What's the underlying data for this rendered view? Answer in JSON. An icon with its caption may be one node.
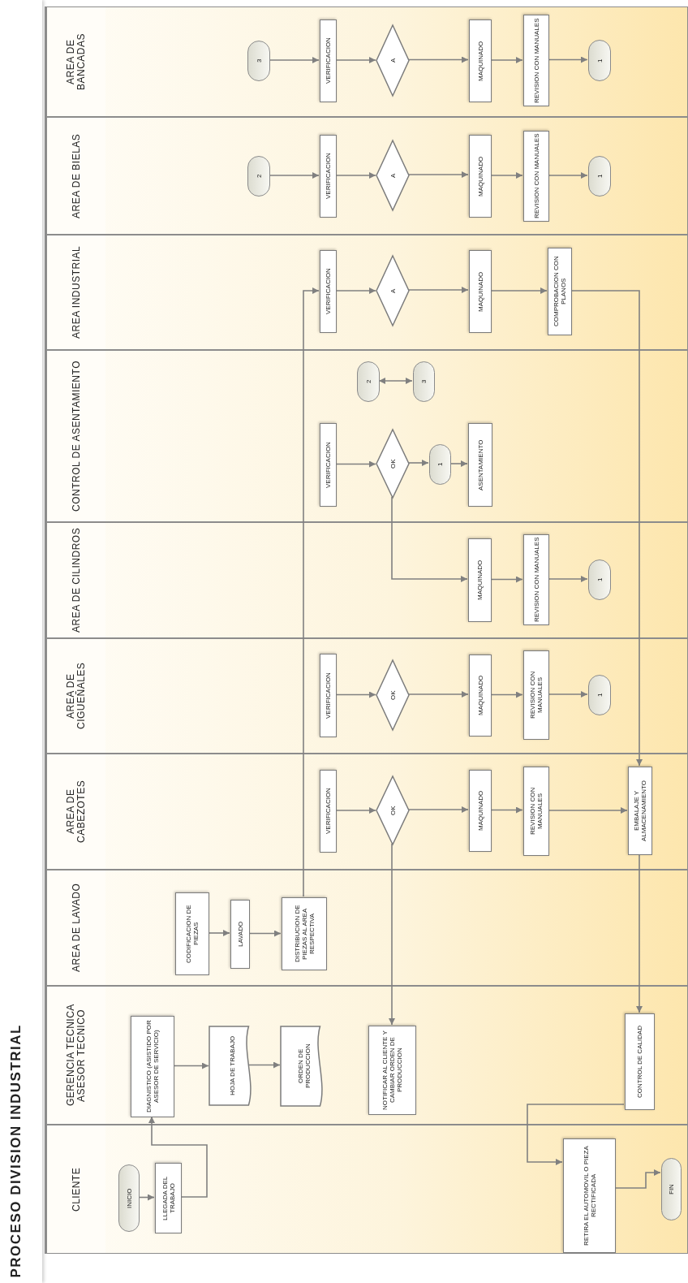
{
  "diagram": {
    "title": "PROCESO DIVISION INDUSTRIAL",
    "nodes": [
      {
        "text": [
          "CLIENTE"
        ]
      },
      {
        "text": [
          "INICIO"
        ],
        "in": 0
      },
      {
        "text": [
          "LLEGADA DEL TRABAJO"
        ],
        "in": 0
      },
      {
        "text": [
          "RETIRA EL AUTOMOVIL O PIEZA RECTIFICADA"
        ],
        "in": 0
      },
      {
        "text": [
          "FIN"
        ],
        "in": 0
      },
      {
        "text": [
          "GERENCIA TECNICA ASESOR TECNICO"
        ]
      },
      {
        "text": [
          "DIAGNISTICO (ASISTIDO POR ASESOR DE SERVICIO)"
        ],
        "in": 5
      },
      {
        "text": [
          "HOJA DE TRABAJO"
        ],
        "in": 5
      },
      {
        "text": [
          "ORDEN DE PRODUCCION"
        ],
        "in": 5
      },
      {
        "text": [
          "NOTIFICAR AL CLIENTE Y CAMBIAR ORDEN DE PRODUCCION"
        ],
        "in": 5
      },
      {
        "text": [
          "CONTROL DE CALIDAD"
        ],
        "in": 5
      },
      {
        "text": [
          "AREA DE LAVADO"
        ]
      },
      {
        "text": [
          "CODIFICACION DE PIEZAS"
        ],
        "in": 11
      },
      {
        "text": [
          "LAVADO"
        ],
        "in": 11
      },
      {
        "text": [
          "DISTRIBUCION DE PIEZAS AL AREA RESPECTIVA"
        ],
        "in": 11
      },
      {
        "text": [
          "AREA DE CABEZOTES"
        ]
      },
      {
        "text": [
          "VERIFICACION"
        ],
        "in": 15
      },
      {
        "text": [
          "OK"
        ],
        "in": 15
      },
      {
        "text": [
          "MAQUINADO"
        ],
        "in": 15
      },
      {
        "text": [
          "REVISION CON MANUALES"
        ],
        "in": 15
      },
      {
        "text": [
          "EMBALAJE Y ALMACENAMIENTO"
        ],
        "in": 15
      },
      {
        "text": [
          "AREA DE CIGUEÑALES"
        ]
      },
      {
        "text": [
          "VERIFICACION"
        ],
        "in": 21
      },
      {
        "text": [
          "OK"
        ],
        "in": 21
      },
      {
        "text": [
          "MAQUINADO"
        ],
        "in": 21
      },
      {
        "text": [
          "REVISION CON MANUALES"
        ],
        "in": 21
      },
      {
        "text": [
          "1"
        ],
        "in": 21
      },
      {
        "text": [
          "AREA DE CILINDROS"
        ]
      },
      {
        "text": [
          "MAQUINADO"
        ],
        "in": 27
      },
      {
        "text": [
          "REVISION CON MANUALES"
        ],
        "in": 27
      },
      {
        "text": [
          "1"
        ],
        "in": 27
      },
      {
        "text": [
          "CONTROL DE ASENTAMIENTO"
        ]
      },
      {
        "text": [
          "2"
        ],
        "in": 31
      },
      {
        "text": [
          "3"
        ],
        "in": 31
      },
      {
        "text": [
          "VERIFICACION"
        ],
        "in": 31
      },
      {
        "text": [
          "OK"
        ],
        "in": 31
      },
      {
        "text": [
          "1"
        ],
        "in": 31
      },
      {
        "text": [
          "ASENTAMIENTO"
        ],
        "in": 31
      },
      {
        "text": [
          "AREA INDUSTRIAL"
        ]
      },
      {
        "text": [
          "VERIFICACION"
        ],
        "in": 38
      },
      {
        "text": [
          "A"
        ],
        "in": 38
      },
      {
        "text": [
          "MAQUINADO"
        ],
        "in": 38
      },
      {
        "text": [
          "COMPROBACION CON PLANOS"
        ],
        "in": 38
      },
      {
        "text": [
          "AREA DE BIELAS"
        ]
      },
      {
        "text": [
          "2"
        ],
        "in": 43
      },
      {
        "text": [
          "VERIFICACION"
        ],
        "in": 43
      },
      {
        "text": [
          "A"
        ],
        "in": 43
      },
      {
        "text": [
          "MAQUINADO"
        ],
        "in": 43
      },
      {
        "text": [
          "REVISION CON MANUALES"
        ],
        "in": 43
      },
      {
        "text": [
          "1"
        ],
        "in": 43
      },
      {
        "text": [
          "AREA DE BANCADAS"
        ]
      },
      {
        "text": [
          "3"
        ],
        "in": 50
      },
      {
        "text": [
          "VERIFICACION"
        ],
        "in": 50
      },
      {
        "text": [
          "A"
        ],
        "in": 50
      },
      {
        "text": [
          "MAQUINADO"
        ],
        "in": 50
      },
      {
        "text": [
          "REVISION CON MANUALES"
        ],
        "in": 50
      },
      {
        "text": [
          "1"
        ],
        "in": 50
      }
    ],
    "edges": [
      {
        "from": 1,
        "to": 2,
        "arrow": "to"
      },
      {
        "from": 2,
        "to": 6,
        "arrow": "to"
      },
      {
        "from": 6,
        "to": 7,
        "arrow": "to"
      },
      {
        "from": 7,
        "to": 8,
        "arrow": "to"
      },
      {
        "from": 12,
        "to": 13,
        "arrow": "to"
      },
      {
        "from": 13,
        "to": 14,
        "arrow": "to"
      },
      {
        "from": 14,
        "to": 39,
        "arrow": "to"
      },
      {
        "from": 16,
        "to": 17,
        "arrow": "to"
      },
      {
        "from": 17,
        "to": 18,
        "arrow": "to"
      },
      {
        "from": 18,
        "to": 19,
        "arrow": "to"
      },
      {
        "from": 19,
        "to": 20,
        "arrow": "to"
      },
      {
        "from": 17,
        "to": 9,
        "arrow": "to"
      },
      {
        "from": 20,
        "to": 10,
        "arrow": "to"
      },
      {
        "from": 10,
        "to": 3,
        "arrow": "to"
      },
      {
        "from": 3,
        "to": 4,
        "arrow": "to"
      },
      {
        "from": 22,
        "to": 23,
        "arrow": "to"
      },
      {
        "from": 23,
        "to": 24,
        "arrow": "to"
      },
      {
        "from": 24,
        "to": 25,
        "arrow": "to"
      },
      {
        "from": 25,
        "to": 26,
        "arrow": "to"
      },
      {
        "from": 28,
        "to": 29,
        "arrow": "to"
      },
      {
        "from": 29,
        "to": 30,
        "arrow": "to"
      },
      {
        "from": 32,
        "to": 33,
        "arrow": "both"
      },
      {
        "from": 34,
        "to": 35,
        "arrow": "to"
      },
      {
        "from": 35,
        "to": 36,
        "arrow": "to"
      },
      {
        "from": 36,
        "to": 37,
        "arrow": "to"
      },
      {
        "from": 35,
        "to": 28,
        "arrow": "to"
      },
      {
        "from": 39,
        "to": 40,
        "arrow": "to"
      },
      {
        "from": 40,
        "to": 41,
        "arrow": "to"
      },
      {
        "from": 41,
        "to": 42,
        "arrow": "to"
      },
      {
        "from": 42,
        "to": 20,
        "arrow": "to"
      },
      {
        "from": 44,
        "to": 45,
        "arrow": "to"
      },
      {
        "from": 45,
        "to": 46,
        "arrow": "to"
      },
      {
        "from": 46,
        "to": 47,
        "arrow": "to"
      },
      {
        "from": 47,
        "to": 48,
        "arrow": "to"
      },
      {
        "from": 48,
        "to": 49,
        "arrow": "to"
      },
      {
        "from": 51,
        "to": 52,
        "arrow": "to"
      },
      {
        "from": 52,
        "to": 53,
        "arrow": "to"
      },
      {
        "from": 53,
        "to": 54,
        "arrow": "to"
      },
      {
        "from": 54,
        "to": 55,
        "arrow": "to"
      },
      {
        "from": 55,
        "to": 56,
        "arrow": "to"
      }
    ]
  }
}
